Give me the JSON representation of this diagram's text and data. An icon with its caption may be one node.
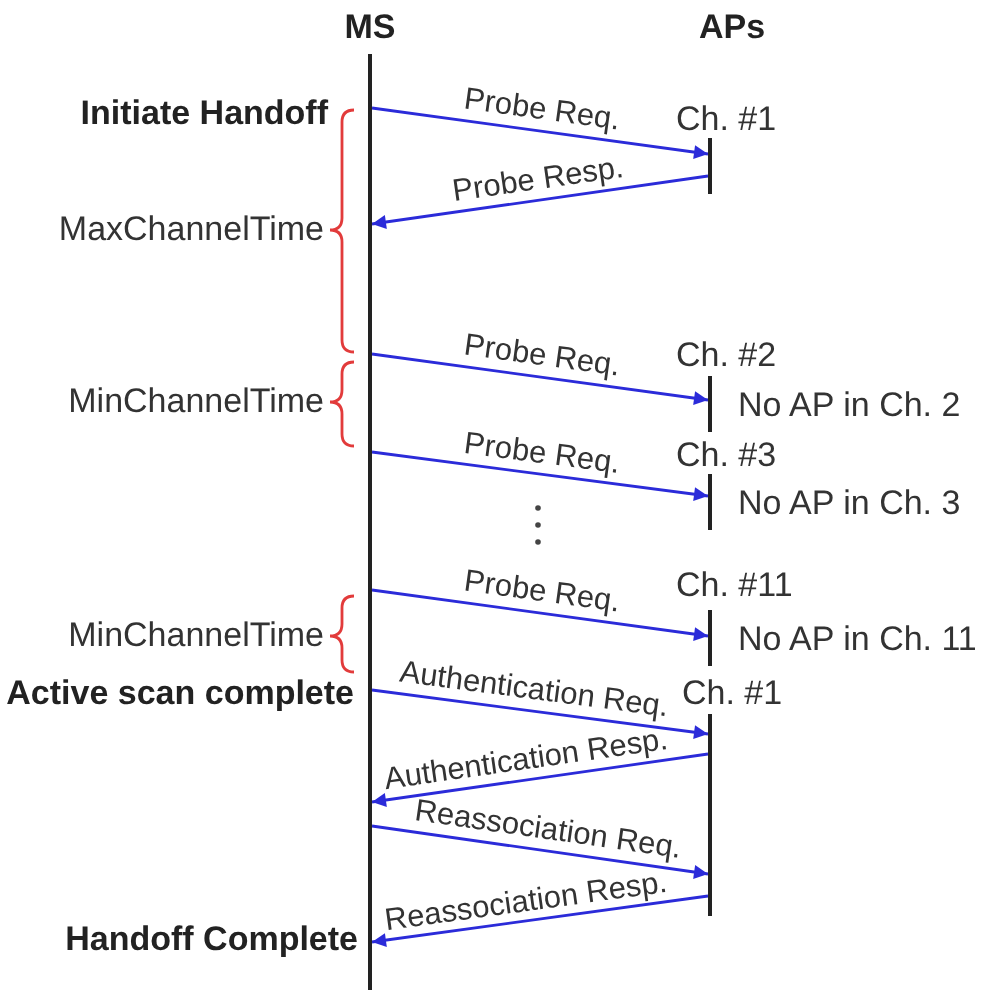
{
  "diagram": {
    "nodes": [
      {
        "text": [
          "MS"
        ]
      },
      {
        "text": [
          "Ch. #1"
        ]
      },
      {
        "text": [
          "Ch. #2"
        ],
        "beside": [
          "No AP in Ch. 2"
        ]
      },
      {
        "text": [
          "Ch. #3"
        ],
        "beside": [
          "No AP in Ch. 3"
        ]
      },
      {
        "text": [
          "Ch. #11"
        ],
        "beside": [
          "No AP in Ch. 11"
        ]
      },
      {
        "text": [
          "Ch. #1"
        ]
      }
    ],
    "edges": [
      {
        "from": 0,
        "to": 1,
        "arrow": "to",
        "label": "Probe Req."
      },
      {
        "from": 1,
        "to": 0,
        "arrow": "to",
        "label": "Probe Resp."
      },
      {
        "from": 0,
        "to": 2,
        "arrow": "to",
        "label": "Probe Req."
      },
      {
        "from": 0,
        "to": 3,
        "arrow": "to",
        "label": "Probe Req."
      },
      {
        "from": 0,
        "to": 4,
        "arrow": "to",
        "label": "Probe Req."
      },
      {
        "from": 0,
        "to": 5,
        "arrow": "to",
        "label": "Authentication Req."
      },
      {
        "from": 5,
        "to": 0,
        "arrow": "to",
        "label": "Authentication Resp."
      },
      {
        "from": 0,
        "to": 5,
        "arrow": "to",
        "label": "Reassociation Req."
      },
      {
        "from": 5,
        "to": 0,
        "arrow": "to",
        "label": "Reassociation Resp."
      }
    ],
    "labels": [
      "APs",
      "Initiate Handoff",
      "MaxChannelTime",
      "MinChannelTime",
      "MinChannelTime",
      "Active scan complete",
      "Handoff Complete"
    ]
  }
}
